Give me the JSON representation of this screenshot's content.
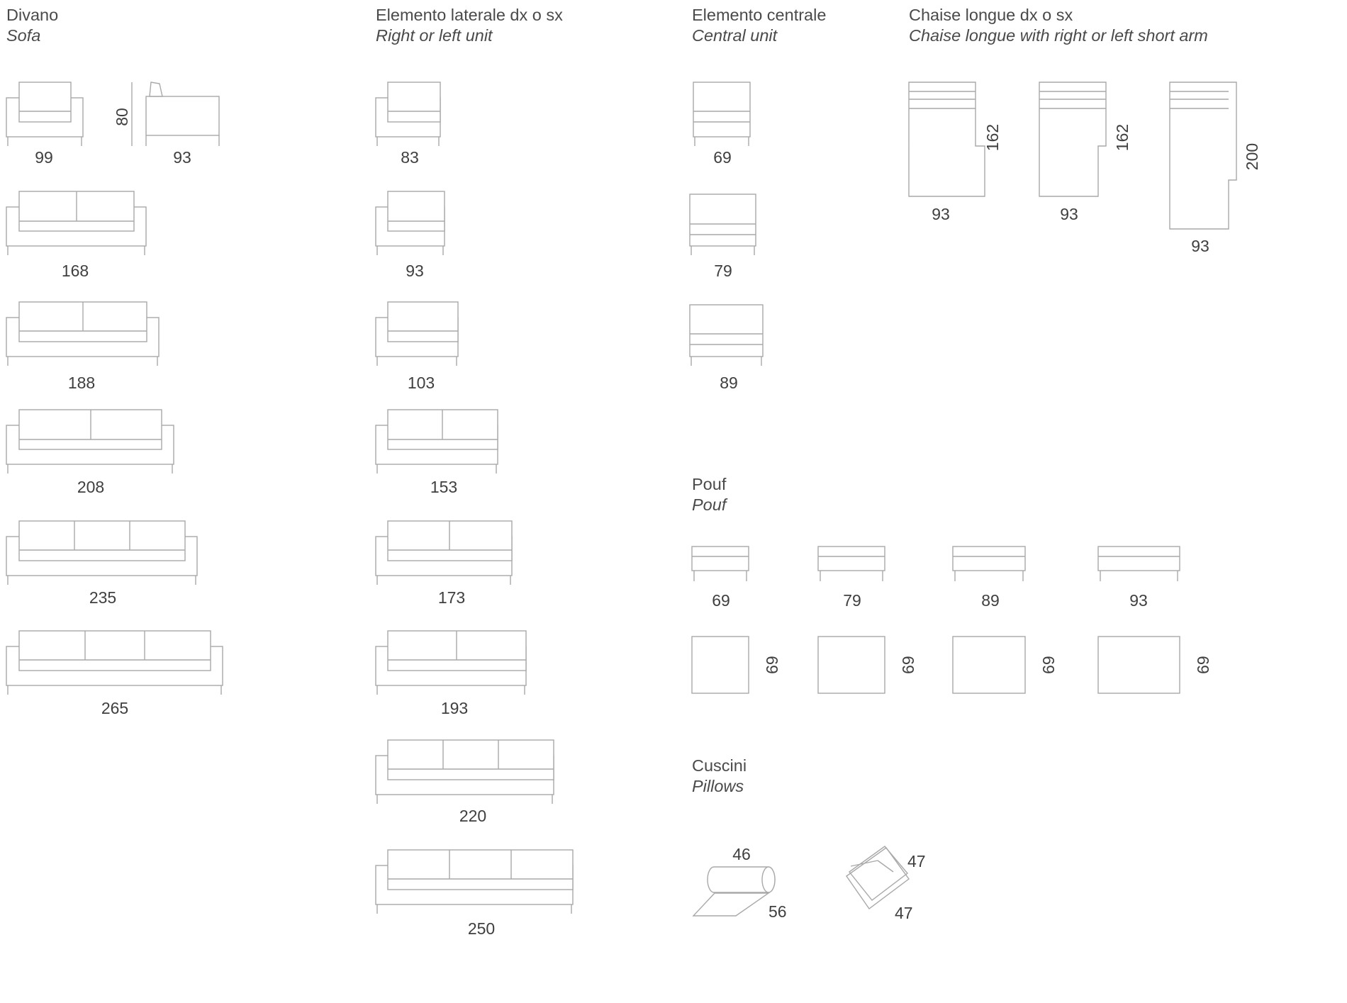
{
  "sections": {
    "sofa": {
      "title": "Divano",
      "subtitle": "Sofa"
    },
    "side_unit": {
      "title": "Elemento laterale dx o sx",
      "subtitle": "Right or left unit"
    },
    "central_unit": {
      "title": "Elemento centrale",
      "subtitle": "Central unit"
    },
    "chaise": {
      "title": "Chaise longue dx o sx",
      "subtitle": "Chaise longue with right or left short arm"
    },
    "pouf": {
      "title": "Pouf",
      "subtitle": "Pouf"
    },
    "pillows": {
      "title": "Cuscini",
      "subtitle": "Pillows"
    }
  },
  "sofa_widths": [
    "99",
    "168",
    "188",
    "208",
    "235",
    "265"
  ],
  "sofa_side": {
    "height": "80",
    "depth": "93"
  },
  "side_unit_widths": [
    "83",
    "93",
    "103",
    "153",
    "173",
    "193",
    "220",
    "250"
  ],
  "central_unit_widths": [
    "69",
    "79",
    "89"
  ],
  "chaise_items": [
    {
      "width": "93",
      "length": "162"
    },
    {
      "width": "93",
      "length": "162"
    },
    {
      "width": "93",
      "length": "200"
    }
  ],
  "pouf_widths": [
    "69",
    "79",
    "89",
    "93"
  ],
  "pouf_depths": [
    "69",
    "69",
    "69",
    "69"
  ],
  "pillow_roll": {
    "length": "46",
    "width": "56"
  },
  "pillow_square": {
    "side_a": "47",
    "side_b": "47"
  }
}
